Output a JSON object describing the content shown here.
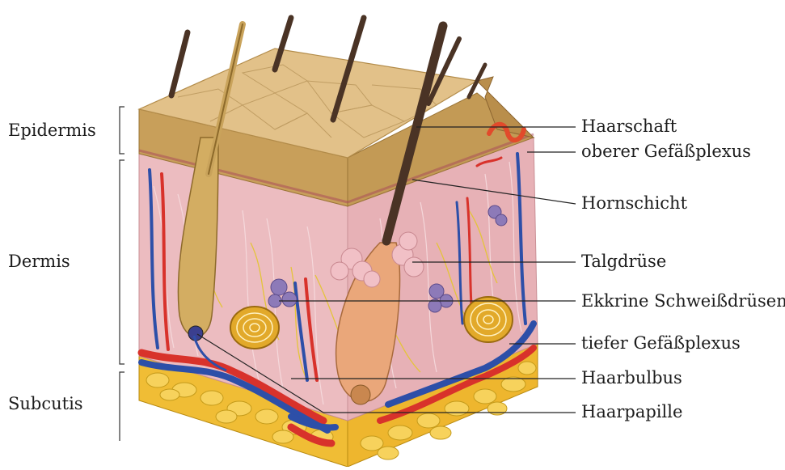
{
  "layers": {
    "epidermis": "Epidermis",
    "dermis": "Dermis",
    "subcutis": "Subcutis"
  },
  "structures": {
    "haarschaft": "Haarschaft",
    "oberer_gefaessplexus": "oberer Gefäßplexus",
    "hornschicht": "Hornschicht",
    "talgdruese": "Talgdrüse",
    "ekkrine_schweissdruesen": "Ekkrine Schweißdrüsen",
    "tiefer_gefaessplexus": "tiefer Gefäßplexus",
    "haarbulbus": "Haarbulbus",
    "haarpapille": "Haarpapille"
  },
  "colors": {
    "skin_top": "#e2c189",
    "epidermis": "#c9a45e",
    "dermis": "#eab9bd",
    "fat": "#f2c43a",
    "artery": "#d8322b",
    "vein": "#2d4fa8",
    "hair": "#4a3325",
    "follicle": "#d3ad62",
    "leader_line": "#222222"
  }
}
